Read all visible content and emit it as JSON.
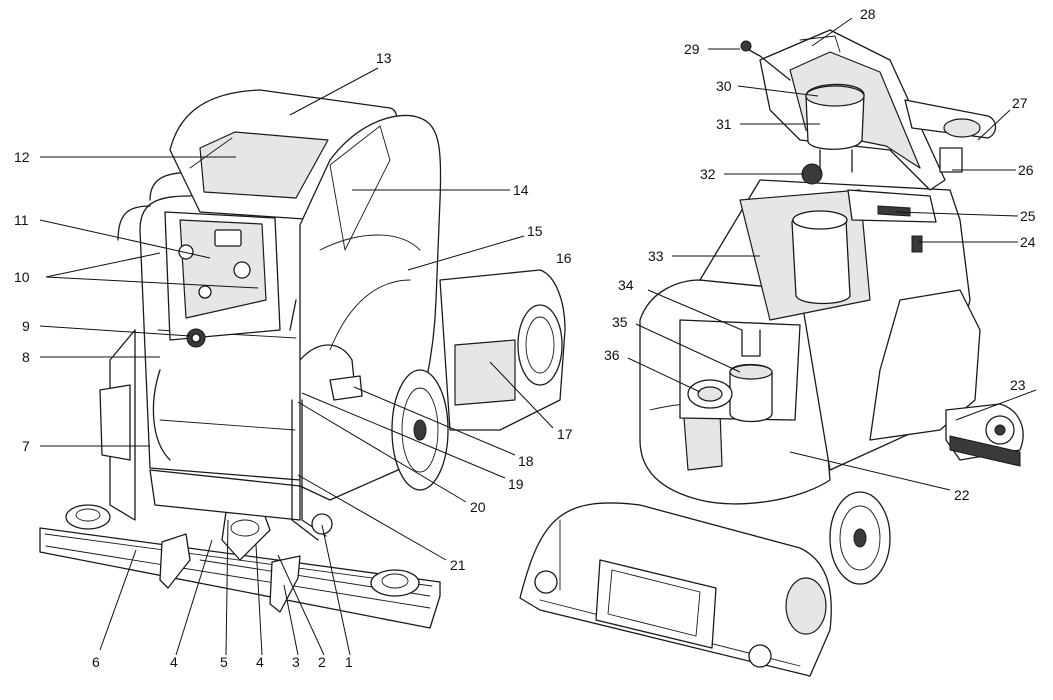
{
  "figure": {
    "callouts": [
      {
        "id": 1,
        "label": "1"
      },
      {
        "id": 2,
        "label": "2"
      },
      {
        "id": 3,
        "label": "3"
      },
      {
        "id": 4,
        "label": "4"
      },
      {
        "id": 5,
        "label": "5"
      },
      {
        "id": 6,
        "label": "4"
      },
      {
        "id": 7,
        "label": "6"
      },
      {
        "id": 8,
        "label": "7"
      },
      {
        "id": 9,
        "label": "8"
      },
      {
        "id": 10,
        "label": "9"
      },
      {
        "id": 11,
        "label": "10"
      },
      {
        "id": 12,
        "label": "11"
      },
      {
        "id": 13,
        "label": "12"
      },
      {
        "id": 14,
        "label": "13"
      },
      {
        "id": 15,
        "label": "14"
      },
      {
        "id": 16,
        "label": "15"
      },
      {
        "id": 17,
        "label": "16"
      },
      {
        "id": 18,
        "label": "17"
      },
      {
        "id": 19,
        "label": "18"
      },
      {
        "id": 20,
        "label": "19"
      },
      {
        "id": 21,
        "label": "20"
      },
      {
        "id": 22,
        "label": "21"
      },
      {
        "id": 23,
        "label": "22"
      },
      {
        "id": 24,
        "label": "23"
      },
      {
        "id": 25,
        "label": "24"
      },
      {
        "id": 26,
        "label": "25"
      },
      {
        "id": 27,
        "label": "26"
      },
      {
        "id": 28,
        "label": "27"
      },
      {
        "id": 29,
        "label": "28"
      },
      {
        "id": 30,
        "label": "29"
      },
      {
        "id": 31,
        "label": "30"
      },
      {
        "id": 32,
        "label": "31"
      },
      {
        "id": 33,
        "label": "32"
      },
      {
        "id": 34,
        "label": "33"
      },
      {
        "id": 35,
        "label": "34"
      },
      {
        "id": 36,
        "label": "35"
      },
      {
        "id": 37,
        "label": "36"
      }
    ]
  }
}
